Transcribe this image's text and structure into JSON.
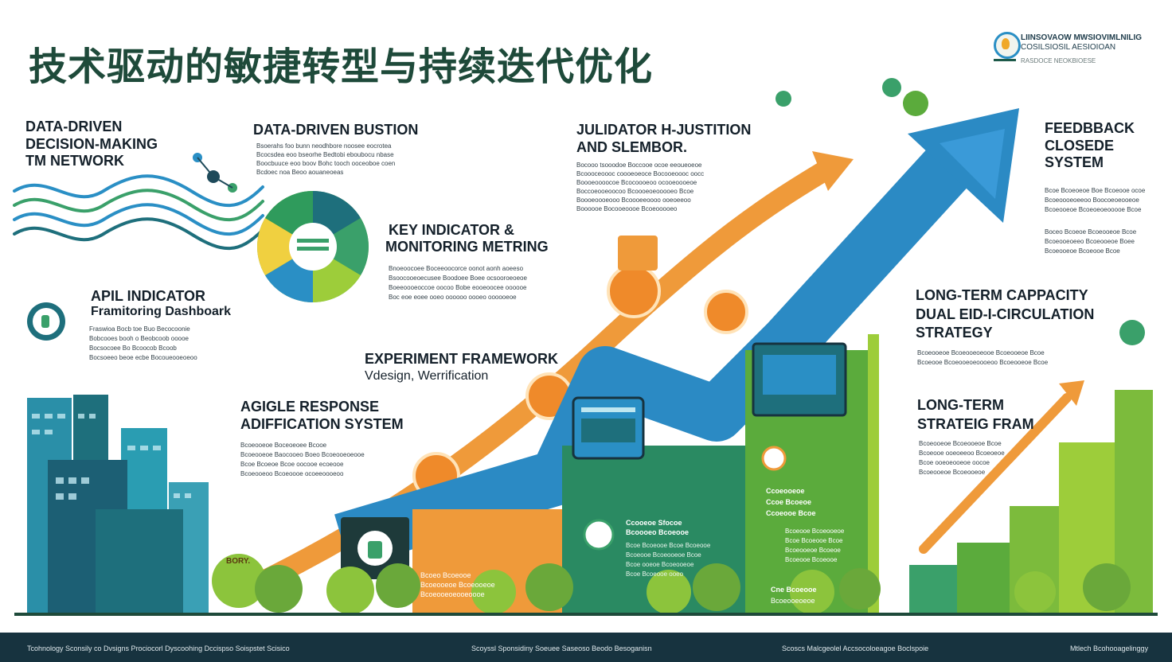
{
  "title": "技术驱动的敏捷转型与持续迭代优化",
  "logo": {
    "line1": "LIINSOVAOW MWSIOVIMLNILIG",
    "line2": "COSILSIOSIL AESIOIOAN",
    "line3": "RASDOCE NEOKBIOESE"
  },
  "sections": {
    "data_driven_framework": {
      "heading": [
        "DATA-DRIVEN",
        "DECISION-MAKING",
        "TM NETWORK"
      ]
    },
    "data_driven_bustion": {
      "heading": "DATA-DRIVEN BUSTION",
      "body": [
        "Bsoerahs foo bunn neodhbore noosee eocrotea",
        "Bcocsdea eoo bseorhe Bedtobi eboubocu nbase",
        "Boocbuuce eoo boov Bohc tooch ooceoboe coen",
        "Bcdoec noa Beoo aouaneoeas"
      ]
    },
    "api_indicator": {
      "heading": "APIL INDICATOR",
      "subheading": "Framitoring Dashboark",
      "body": [
        "Fraswioa Bocb toe Buo Becocoonie",
        "Bobcooes booh o Beobcoob ooooe",
        "Bocsocoee Bo Bcoocob Bcoob",
        "Bocsoeeo beoe ecbe Bocoueooeoeoo"
      ]
    },
    "key_indicator": {
      "heading": [
        "KEY INDICATOR &",
        "MONITORING METRING"
      ],
      "body": [
        "Bnoeoocoee Boceeoocorce oonot aonh aoeeso",
        "Bsoocooeoecusee Boodoee Boee ocsooroeoeoe",
        "Boeeoooeoccoe oocoo Bobe eooeoocee oooooe",
        "Boc eoe eoee ooeo oooooo oooeo oooooeoe"
      ]
    },
    "experiment_framework": {
      "heading": "EXPERIMENT FRAMEWORK",
      "subheading": "Vdesign, Werrification"
    },
    "agile_response": {
      "heading": [
        "AGIGLE RESPONSE",
        "ADIFFICATION SYSTEM"
      ],
      "body": [
        "Bcoeooeoe Boceoeoee Bcooe",
        "Bcoeooeoe Baocooeo Boeo Bcoeooeoeooe",
        "Bcoe Bcoeoe Bcoe oocooe ecoeooe",
        "Bcoeooeoo Bcoeoooe ocoeeoooeoo"
      ]
    },
    "validator": {
      "heading": [
        "JULIDATOR H-JUSTITION",
        "AND SLEMBOR."
      ],
      "body": [
        "Bocooo tsooodoe Boccooe ocoe eeoueoeoe",
        "Bcoooceoooc coooeoeoce Bocooeoooc oocc",
        "Boooeoooocoe Bcocoooeoo ocooeoooeoe",
        "Boccoeooeoocoo Bcoooeoeooooeo Bcoe",
        "Boooeoooeooo Bcoooeeoooo ooeoeeoo",
        "Boooooe Bocooeoooe Bcoeooooeo"
      ]
    },
    "feedback": {
      "heading": [
        "FEEDBBACK",
        "CLOSEDE",
        "SYSTEM"
      ],
      "body": [
        "Bcoe Bcoeoeoe Boe Bcoeooe ocoe",
        "Bcoeoooeoeeoo Boocoeoeooeoe",
        "Bcoeooeoe Bcoeoeoeooooe Bcoe",
        "Boceo Bcoeoe Bcoeooeoe Bcoe",
        "Bcoeooeoeeo Bcoeooeoe Boee",
        "Bcoeooeoe Bcoeooe Bcoe"
      ]
    },
    "long_term_capacity": {
      "heading": [
        "LONG-TERM CAPPACITY",
        "DUAL EID-I-CIRCULATION",
        "STRATEGY"
      ],
      "body": [
        "Bcoeooeoe Bcoeooeoeooe Bcoeooeoe Bcoe",
        "Bcoeooe Bcoeooeoeoooeoo Bcoeooeoe Bcoe"
      ]
    },
    "long_term_strategic": {
      "heading": [
        "LONG-TERM",
        "STRATEIG FRAM"
      ],
      "body": [
        "Bcoeooeoe Bcoeooeoe Bcoe",
        "Bcoeooe ooeoeeoo Bcoeoeoe",
        "Bcoe ooeoeooeoe oocoe",
        "Bcoeooeoe Bcoeooeoe"
      ]
    },
    "center_block": {
      "lines": [
        "Ccooeoe Sfocoe",
        "Bcoooeo Bcoeooe"
      ],
      "body": [
        "Bcoe Bcoeooe Bcoe Bcoeooe",
        "Bcoeooe Bcoeooeoe Bcoe",
        "Bcoe ooeoe Bcoeooeoe",
        "Bcoe Bcoeooe ooeo"
      ]
    },
    "green_block": {
      "lines": [
        "Ccoeooeoe",
        "Ccoe Bcoeoe",
        "Ccoeooe Bcoe"
      ],
      "body": [
        "Bcoeooe Bcoeooeoe",
        "Bcoe Bcoeooe Bcoe",
        "Bcoeooeoe Bcoeoe",
        "Bcoeooe Bcoeooe"
      ],
      "footer": [
        "Cne Bcoeooe",
        "Bcoeooeoeoe"
      ]
    },
    "bottom_small": {
      "lines": [
        "Bcoeo Bcoeooe",
        "Bcoeooeoe Bcoeooeoe",
        "Bcoeooeoeooeoooe"
      ]
    },
    "left_bottom": {
      "label": "BORY."
    }
  },
  "footer": {
    "items": [
      "Tcohnology Sconsily co Dvsigns Prociocorl Dyscoohing Dccispso Soispstet Scisico",
      "Scoyssl Sponsidiny Soeuee Saseoso Beodo Besoganisn",
      "Scoscs Malcgeolel Accsocoloeagoe Boclspoie",
      "Mtlech Bcohooagelinggy"
    ]
  },
  "colors": {
    "title": "#1e4a3a",
    "blue_arrow": "#2b8ac4",
    "orange_arrow": "#ef9a3a",
    "green": "#5bab3c",
    "teal": "#1e6f7c",
    "footer": "#17333f"
  }
}
